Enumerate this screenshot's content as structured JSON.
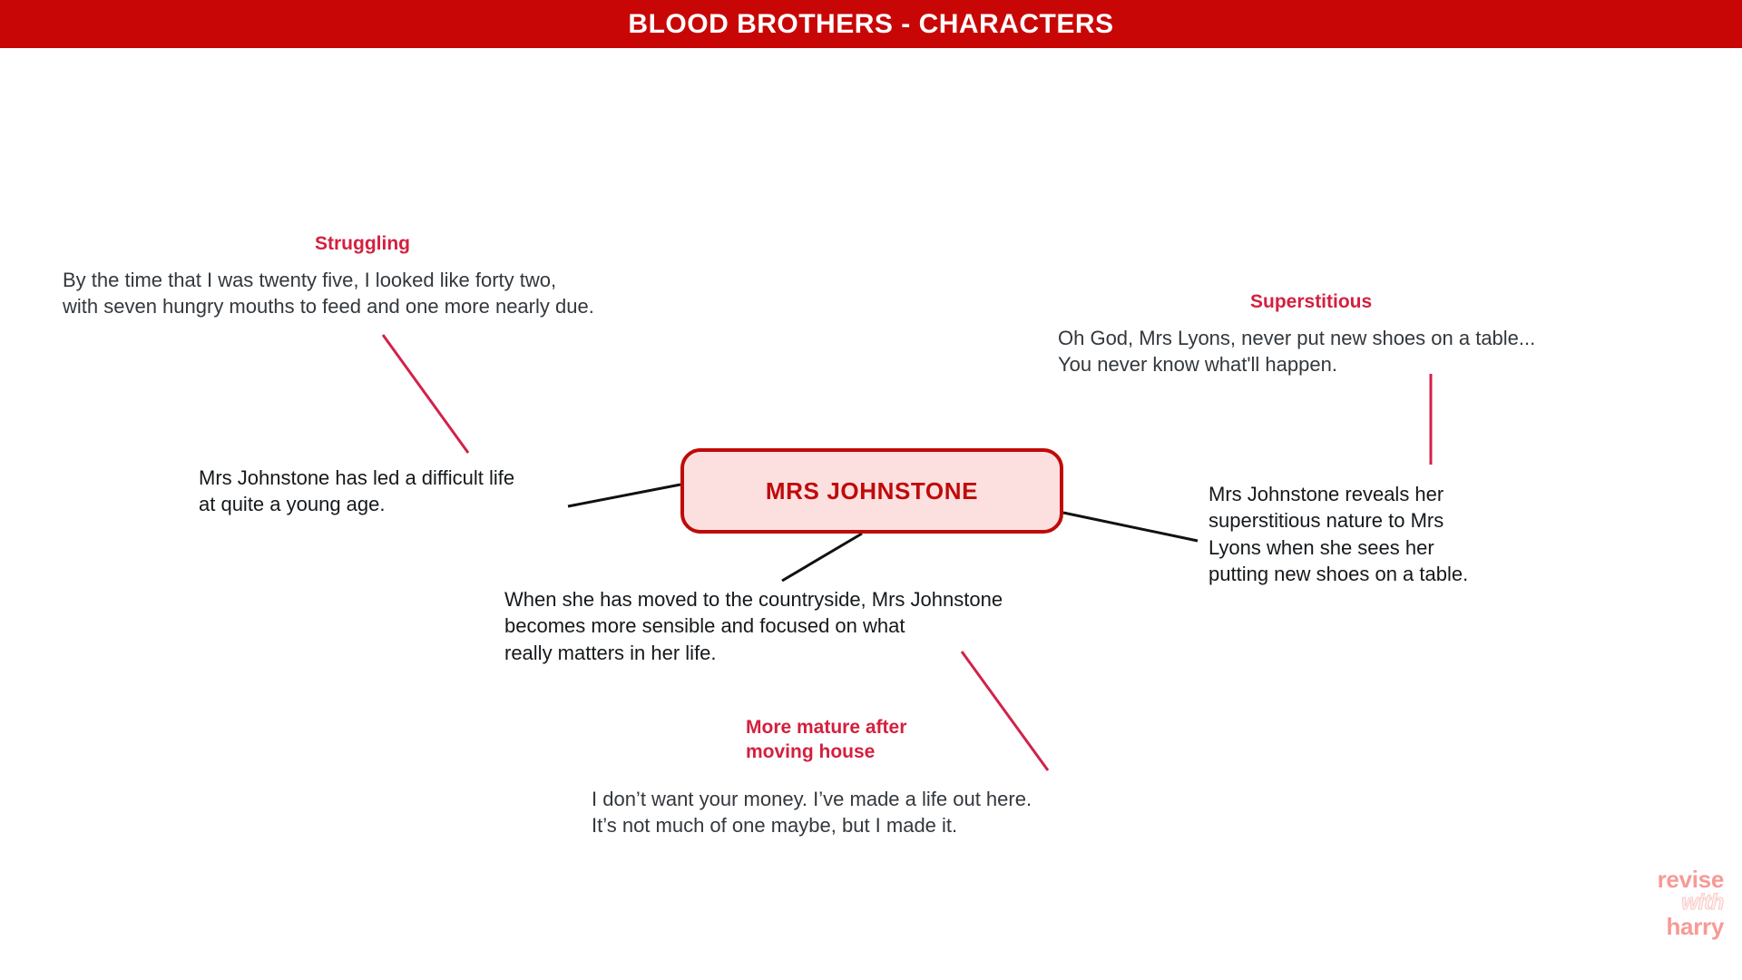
{
  "header": {
    "title": "BLOOD BROTHERS - CHARACTERS",
    "background_color": "#c90606",
    "text_color": "#ffffff"
  },
  "central_node": {
    "label": "MRS JOHNSTONE",
    "fill_color": "#fce0e0",
    "border_color": "#c00a0a",
    "text_color": "#c00a0a"
  },
  "colors": {
    "heading_red": "#d51f3e",
    "quote_grey": "#33383d",
    "analysis_black": "#15191c",
    "quote_connector": "#d1224a",
    "node_connector": "#000000",
    "watermark_pink": "#f79a96"
  },
  "branches": [
    {
      "id": "struggling",
      "heading": "Struggling",
      "quote": "By the time that I was twenty five, I looked like forty two,\nwith seven hungry mouths to feed and one more nearly due.",
      "analysis": "Mrs Johnstone has led a difficult life\nat quite a young age."
    },
    {
      "id": "superstitious",
      "heading": "Superstitious",
      "quote": "Oh God, Mrs Lyons, never put new shoes on a table...\nYou never know what'll happen.",
      "analysis": "Mrs Johnstone reveals her\nsuperstitious nature to Mrs\nLyons when she sees her\nputting new shoes on a table."
    },
    {
      "id": "mature",
      "heading": "More mature after\nmoving house",
      "quote": "I don’t want your money. I’ve made a life out here.\nIt’s not much of one maybe, but I made it.",
      "analysis": "When she has moved to the countryside, Mrs Johnstone\nbecomes more sensible and focused on what\n really matters in her life."
    }
  ],
  "watermark": {
    "line1": "revise",
    "line2": "with",
    "line3": "harry"
  }
}
